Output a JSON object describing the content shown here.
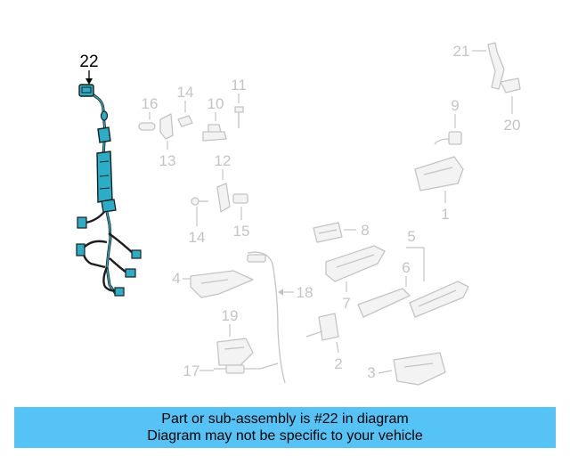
{
  "diagram": {
    "callouts": {
      "c1": "1",
      "c2": "2",
      "c3": "3",
      "c4": "4",
      "c5": "5",
      "c6": "6",
      "c7": "7",
      "c8": "8",
      "c9": "9",
      "c10": "10",
      "c11": "11",
      "c12": "12",
      "c13": "13",
      "c14a": "14",
      "c14b": "14",
      "c15": "15",
      "c16": "16",
      "c17": "17",
      "c18": "18",
      "c19": "19",
      "c20": "20",
      "c21": "21",
      "c22": "22"
    },
    "highlight_color": "#2aaec8"
  },
  "banner": {
    "line1": "Part or sub-assembly is #22 in diagram",
    "line2": "Diagram may not be specific to your vehicle",
    "color": "#55c3f5"
  }
}
